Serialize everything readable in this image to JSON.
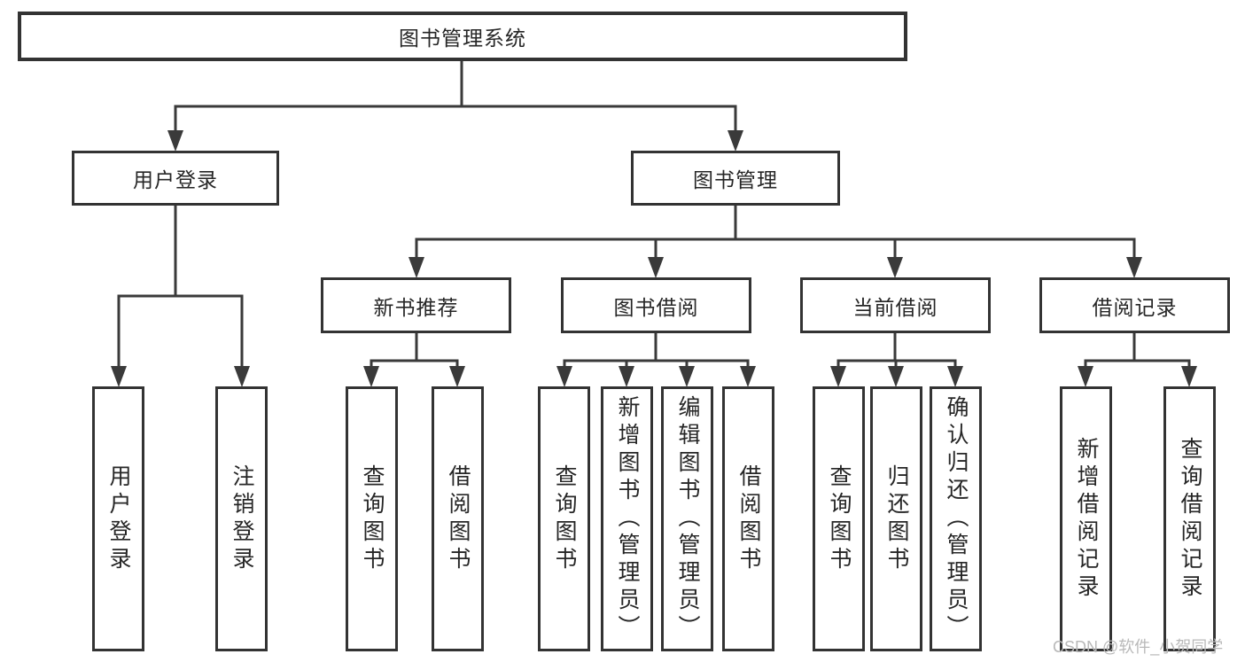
{
  "tree": {
    "label": "图书管理系统",
    "children": [
      {
        "label": "用户登录",
        "children": [
          {
            "label": "用户登录"
          },
          {
            "label": "注销登录"
          }
        ]
      },
      {
        "label": "图书管理",
        "children": [
          {
            "label": "新书推荐",
            "children": [
              {
                "label": "查询图书"
              },
              {
                "label": "借阅图书"
              }
            ]
          },
          {
            "label": "图书借阅",
            "children": [
              {
                "label": "查询图书"
              },
              {
                "label": "新增图书（管理员）"
              },
              {
                "label": "编辑图书（管理员）"
              },
              {
                "label": "借阅图书"
              }
            ]
          },
          {
            "label": "当前借阅",
            "children": [
              {
                "label": "查询图书"
              },
              {
                "label": "归还图书"
              },
              {
                "label": "确认归还（管理员）"
              }
            ]
          },
          {
            "label": "借阅记录",
            "children": [
              {
                "label": "新增借阅记录"
              },
              {
                "label": "查询借阅记录"
              }
            ]
          }
        ]
      }
    ]
  },
  "watermark": {
    "text": "CSDN @软件_小贺同学"
  },
  "colors": {
    "line": "#3a3a3a",
    "border": "#333333",
    "text": "#262626",
    "watermark": "#b9b9b9",
    "background": "#ffffff"
  }
}
